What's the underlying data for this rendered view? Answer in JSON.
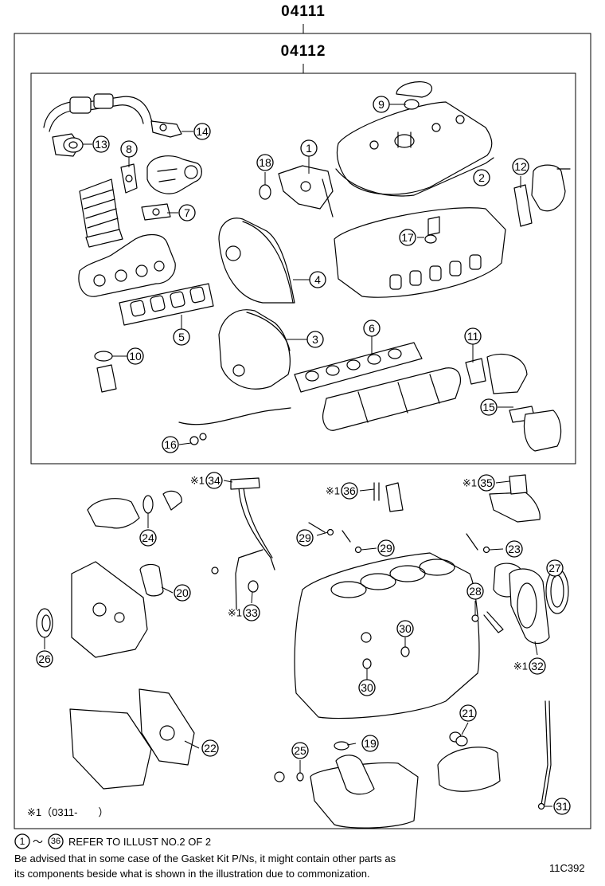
{
  "kits": {
    "outer_kit": "04111",
    "inner_kit": "04112"
  },
  "callouts_inner": [
    {
      "n": "1"
    },
    {
      "n": "2"
    },
    {
      "n": "3"
    },
    {
      "n": "4"
    },
    {
      "n": "5"
    },
    {
      "n": "6"
    },
    {
      "n": "7"
    },
    {
      "n": "8"
    },
    {
      "n": "9"
    },
    {
      "n": "10"
    },
    {
      "n": "11"
    },
    {
      "n": "12"
    },
    {
      "n": "13"
    },
    {
      "n": "14"
    },
    {
      "n": "15"
    },
    {
      "n": "16"
    },
    {
      "n": "17"
    },
    {
      "n": "18"
    }
  ],
  "callouts_outer": [
    {
      "n": "19"
    },
    {
      "n": "20"
    },
    {
      "n": "21"
    },
    {
      "n": "22"
    },
    {
      "n": "23"
    },
    {
      "n": "24"
    },
    {
      "n": "25"
    },
    {
      "n": "26"
    },
    {
      "n": "27"
    },
    {
      "n": "28"
    },
    {
      "n": "29"
    },
    {
      "n": "29"
    },
    {
      "n": "30"
    },
    {
      "n": "30"
    },
    {
      "n": "31"
    },
    {
      "n": "32"
    },
    {
      "n": "33"
    },
    {
      "n": "34"
    },
    {
      "n": "35"
    },
    {
      "n": "36"
    }
  ],
  "marks": {
    "note_mark": "※1"
  },
  "note": {
    "label": "※1（0311-　　）"
  },
  "footer": {
    "range_start": "1",
    "range_sep": "～",
    "range_end": "36",
    "refer_text": "REFER TO ILLUST NO.2 OF 2",
    "advice_line1": "Be advised that in some case of the Gasket Kit P/Ns,  it might contain other parts as",
    "advice_line2": "its components beside what is shown in the illustration due to commonization.",
    "illustration_code": "11C392"
  }
}
